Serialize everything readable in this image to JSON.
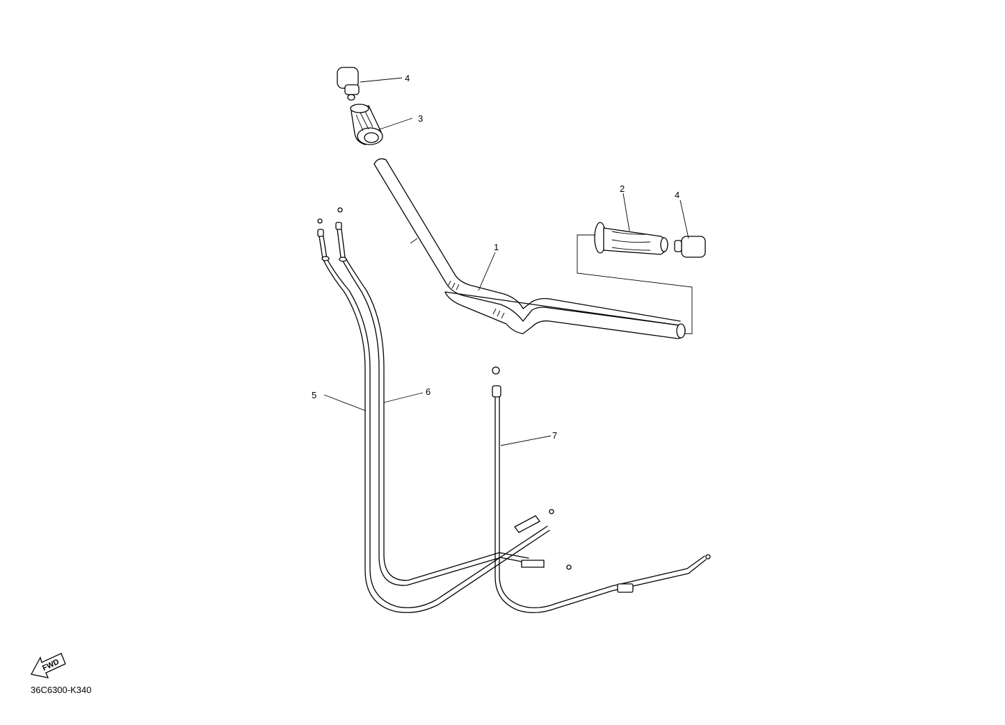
{
  "diagram": {
    "callouts": [
      {
        "id": "1",
        "label": "1"
      },
      {
        "id": "2",
        "label": "2"
      },
      {
        "id": "3",
        "label": "3"
      },
      {
        "id": "4a",
        "label": "4"
      },
      {
        "id": "4b",
        "label": "4"
      },
      {
        "id": "5",
        "label": "5"
      },
      {
        "id": "6",
        "label": "6"
      },
      {
        "id": "7",
        "label": "7"
      }
    ],
    "fwd_label": "FWD",
    "drawing_code": "36C6300-K340"
  }
}
